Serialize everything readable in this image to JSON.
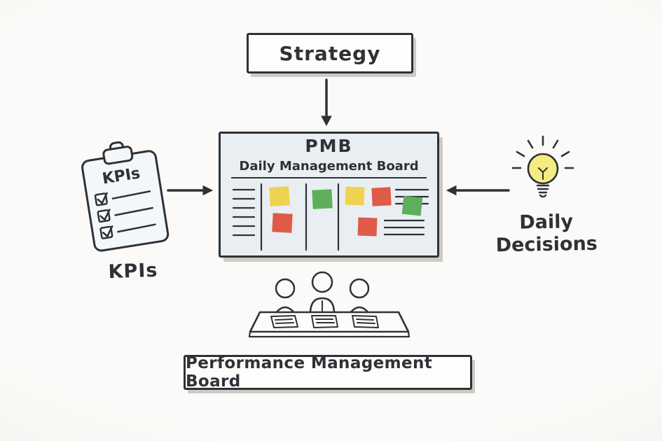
{
  "strategy": {
    "label": "Strategy"
  },
  "pmb": {
    "title": "PMB",
    "subtitle": "Daily Management Board"
  },
  "kpis": {
    "clipboard_title": "KPIs",
    "caption": "KPIs"
  },
  "daily_decisions": {
    "line1": "Daily",
    "line2": "Decisions"
  },
  "footer": {
    "label": "Performance Management Board"
  },
  "colors": {
    "ink": "#2e3237",
    "board_fill": "#e9eef2",
    "paper": "#fdfdfb",
    "clipboard_fill": "#f3f7fa",
    "sticky_yellow": "#efd252",
    "sticky_yellow_edge": "#c4a233",
    "sticky_green": "#5fae5b",
    "sticky_green_edge": "#3d813e",
    "sticky_red": "#e05a48",
    "sticky_red_edge": "#ab392c",
    "bulb_yellow": "#f4ec83"
  }
}
